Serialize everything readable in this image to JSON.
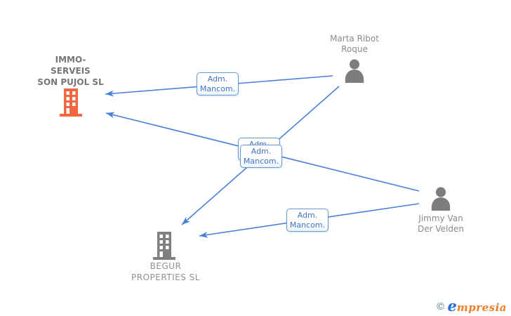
{
  "diagram": {
    "title": "corporate-relationship-diagram",
    "nodes": {
      "immo": {
        "type": "company",
        "name_lines": [
          "IMMO-",
          "SERVEIS",
          "SON PUJOL SL"
        ],
        "icon": "building-icon",
        "icon_color": "#f2673d"
      },
      "marta": {
        "type": "person",
        "name_lines": [
          "Marta Ribot",
          "Roque"
        ],
        "icon": "person-icon",
        "icon_color": "#7d7d7d"
      },
      "jimmy": {
        "type": "person",
        "name_lines": [
          "Jimmy Van",
          "Der Velden"
        ],
        "icon": "person-icon",
        "icon_color": "#7d7d7d"
      },
      "begur": {
        "type": "company",
        "name_lines": [
          "BEGUR",
          "PROPERTIES SL"
        ],
        "icon": "building-icon",
        "icon_color": "#7f7f7f"
      }
    },
    "edges": [
      {
        "from": "marta",
        "to": "immo",
        "label_line1": "Adm.",
        "label_line2": "Mancom."
      },
      {
        "from": "jimmy",
        "to": "immo",
        "label_line1": "Adm.",
        "label_line2": "Mancom."
      },
      {
        "from": "marta",
        "to": "begur",
        "label_line1": "Adm.",
        "label_line2": "Mancom."
      },
      {
        "from": "jimmy",
        "to": "begur",
        "label_line1": "Adm.",
        "label_line2": "Mancom."
      }
    ]
  },
  "colors": {
    "arrow_blue": "#4a80d8",
    "box_border_blue": "#669ad8",
    "box_text_blue": "#4273c8",
    "company_orange": "#f2673d",
    "entity_gray": "#8a8a8a"
  },
  "watermark": {
    "copyright_symbol": "©",
    "brand_first_letter": "e",
    "brand_rest": "mpresia"
  }
}
